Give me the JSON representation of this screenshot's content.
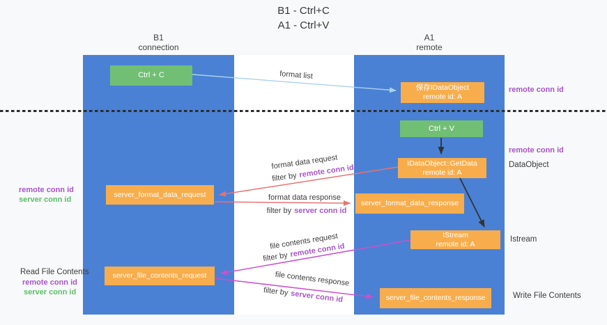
{
  "title": {
    "line1": "B1 - Ctrl+C",
    "line2": "A1 - Ctrl+V"
  },
  "lanes": {
    "b1": {
      "name": "B1",
      "role": "connection"
    },
    "a1": {
      "name": "A1",
      "role": "remote"
    }
  },
  "nodes": {
    "ctrl_c": {
      "label": "Ctrl + C"
    },
    "ctrl_v": {
      "label": "Ctrl + V"
    },
    "save_idataobject": {
      "line1": "保存IDataObject",
      "line2": "remote id: A"
    },
    "getdata": {
      "line1": "IDataObject::GetData",
      "line2": "remote id: A"
    },
    "istream": {
      "line1": "IStream",
      "line2": "remote id: A"
    },
    "server_format_data_request": {
      "label": "server_format_data_request"
    },
    "server_format_data_response": {
      "label": "server_format_data_response"
    },
    "server_file_contents_request": {
      "label": "server_file_contents_request"
    },
    "server_file_contents_response": {
      "label": "server_file_contents_response"
    }
  },
  "edges": {
    "format_list": {
      "label": "format list"
    },
    "format_data_request": {
      "label": "format data request",
      "filter_prefix": "filter by",
      "filter_key": "remote conn id"
    },
    "format_data_response": {
      "label": "format data response",
      "filter_prefix": "filter by",
      "filter_key": "server conn id"
    },
    "file_contents_request": {
      "label": "file contents request",
      "filter_prefix": "filter by",
      "filter_key": "remote conn id"
    },
    "file_contents_response": {
      "label": "file contents response",
      "filter_prefix": "filter by",
      "filter_key": "server conn id"
    }
  },
  "side_labels": {
    "remote_conn_id": "remote conn id",
    "server_conn_id": "server conn id",
    "data_object": "DataObject",
    "istream": "Istream",
    "read_file_contents": "Read File Contents",
    "write_file_contents": "Write File Contents"
  },
  "colors": {
    "lane_blue": "#4a81d4",
    "node_orange": "#f8ad4c",
    "node_green": "#71bf74",
    "arrow_blue": "#a9d2ee",
    "arrow_red": "#e87272",
    "arrow_magenta": "#cf4fcd",
    "arrow_black": "#333333",
    "label_purple": "#a855c8",
    "label_green": "#5cbd68",
    "text_dark": "#3c3c3c",
    "background": "#f8f9fa"
  }
}
